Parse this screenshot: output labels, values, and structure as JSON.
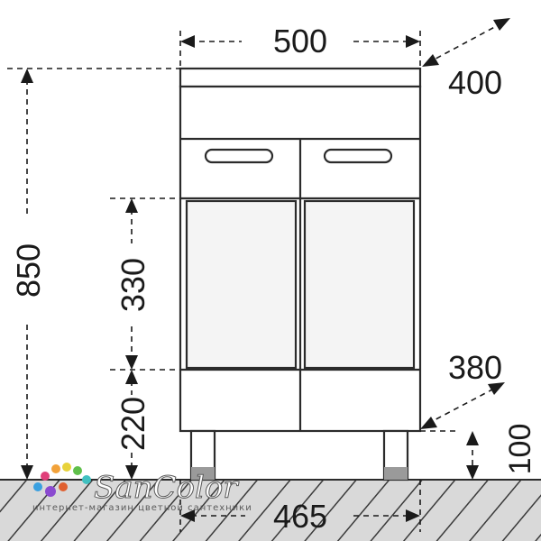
{
  "dimensions": {
    "width_top": "500",
    "depth_top": "400",
    "total_height": "850",
    "door_panel_height": "330",
    "lower_height": "220",
    "depth_bottom": "380",
    "leg_height": "100",
    "width_bottom": "465"
  },
  "logo": {
    "name": "SanColor",
    "tagline": "интернет-магазин цветной сантехники"
  },
  "colors": {
    "line": "#1a1a1a",
    "panel_fill": "#f4f4f4",
    "floor_hatch": "#6a6a6a"
  }
}
